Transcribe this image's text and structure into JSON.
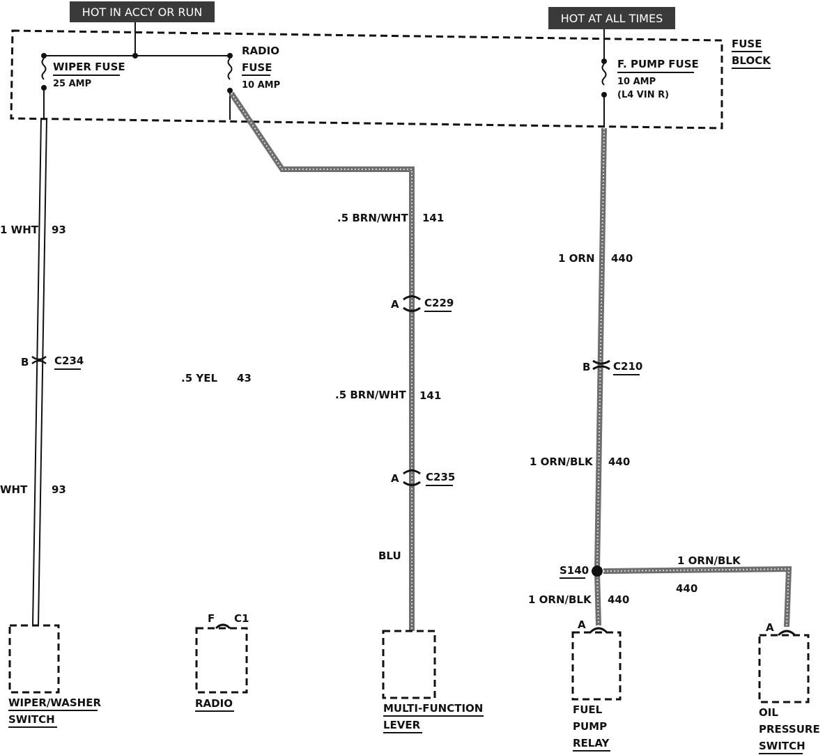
{
  "banners": {
    "accy_run": "HOT IN ACCY OR RUN",
    "all_times": "HOT AT ALL TIMES"
  },
  "fuse_block": {
    "label_line1": "FUSE",
    "label_line2": "BLOCK",
    "fuses": {
      "wiper": {
        "name": "WIPER FUSE",
        "rating": "25 AMP"
      },
      "radio": {
        "name_line1": "RADIO",
        "name_line2": "FUSE",
        "rating": "10 AMP"
      },
      "fpump": {
        "name": "F. PUMP FUSE",
        "rating": "10 AMP",
        "note": "(L4 VIN R)"
      }
    }
  },
  "wires": {
    "wiper_upper": {
      "gauge_color": "1 WHT",
      "circuit": "93"
    },
    "wiper_lower": {
      "gauge_color": "WHT",
      "circuit": "93"
    },
    "radio_yel": {
      "gauge_color": ".5 YEL",
      "circuit": "43"
    },
    "mf_upper": {
      "gauge_color": ".5 BRN/WHT",
      "circuit": "141"
    },
    "mf_middle": {
      "gauge_color": ".5 BRN/WHT",
      "circuit": "141"
    },
    "mf_lower": {
      "gauge_color": "BLU"
    },
    "orn_upper": {
      "gauge_color": "1 ORN",
      "circuit": "440"
    },
    "orn_middle": {
      "gauge_color": "1 ORN/BLK",
      "circuit": "440"
    },
    "orn_branch": {
      "gauge_color": "1 ORN/BLK",
      "circuit": "440"
    },
    "orn_lower": {
      "gauge_color": "1 ORN/BLK",
      "circuit": "440"
    }
  },
  "connectors": {
    "c234": {
      "id": "C234",
      "pin": "B"
    },
    "c229": {
      "id": "C229",
      "pin": "A"
    },
    "c235": {
      "id": "C235",
      "pin": "A"
    },
    "c210": {
      "id": "C210",
      "pin": "B"
    },
    "c1": {
      "id": "C1",
      "pin": "F"
    },
    "relay_pin": {
      "pin": "A"
    },
    "oil_pin": {
      "pin": "A"
    }
  },
  "splice": {
    "id": "S140"
  },
  "components": {
    "wiper_switch": {
      "line1": "WIPER/WASHER",
      "line2": "SWITCH"
    },
    "radio": {
      "line1": "RADIO"
    },
    "mf_lever": {
      "line1": "MULTI-FUNCTION",
      "line2": "LEVER"
    },
    "fuel_relay": {
      "line1": "FUEL",
      "line2": "PUMP",
      "line3": "RELAY"
    },
    "oil_switch": {
      "line1": "OIL",
      "line2": "PRESSURE",
      "line3": "SWITCH"
    }
  }
}
